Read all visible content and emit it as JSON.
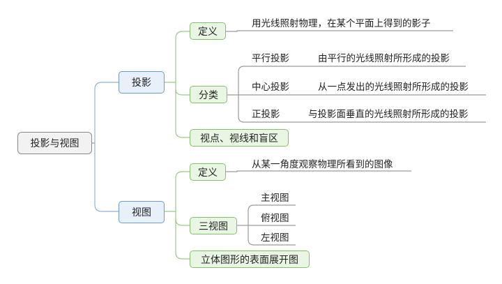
{
  "root": "投影与视图",
  "touying": {
    "label": "投影",
    "dingyi": {
      "label": "定义",
      "text": "用光线照射物理，在某个平面上得到的影子"
    },
    "fenlei": {
      "label": "分类",
      "items": [
        {
          "name": "平行投影",
          "desc": "由平行的光线照射所形成的投影"
        },
        {
          "name": "中心投影",
          "desc": "从一点发出的光线照射所形成的投影"
        },
        {
          "name": "正投影",
          "desc": "与投影面垂直的光线照射所形成的投影"
        }
      ]
    },
    "shidian": {
      "label": "视点、视线和盲区"
    }
  },
  "shitu": {
    "label": "视图",
    "dingyi": {
      "label": "定义",
      "text": "从某一角度观察物理所看到的图像"
    },
    "sanshitu": {
      "label": "三视图",
      "items": [
        "主视图",
        "俯视图",
        "左视图"
      ]
    },
    "zhankai": {
      "label": "立体图形的表面展开图"
    }
  }
}
